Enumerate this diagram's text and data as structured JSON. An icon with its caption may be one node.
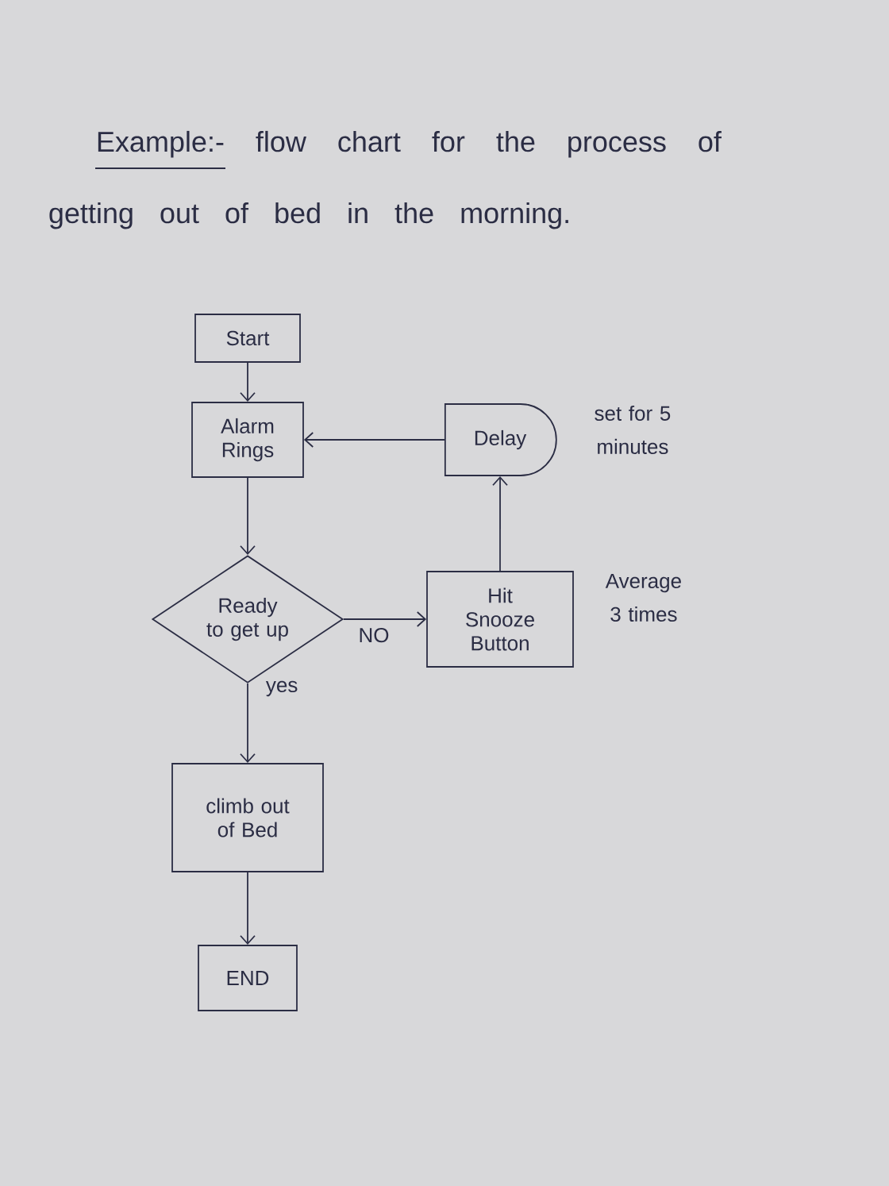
{
  "diagram": {
    "title": "Example:- flow chart for the process of getting out of bed in the morning.",
    "nodes": [
      {
        "text": [
          "Start"
        ]
      },
      {
        "text": [
          "Alarm Rings"
        ]
      },
      {
        "text": [
          "Delay"
        ],
        "beside": [
          "set for 5 minutes"
        ]
      },
      {
        "text": [
          "Ready to get up"
        ]
      },
      {
        "text": [
          "Hit Snooze Button"
        ],
        "beside": [
          "Average 3 times"
        ]
      },
      {
        "text": [
          "climb out of Bed"
        ]
      },
      {
        "text": [
          "END"
        ]
      }
    ],
    "edges": [
      {
        "from": 0,
        "to": 1,
        "arrow": "to"
      },
      {
        "from": 1,
        "to": 3,
        "arrow": "to"
      },
      {
        "from": 3,
        "to": 4,
        "arrow": "to",
        "label": "NO"
      },
      {
        "from": 4,
        "to": 2,
        "arrow": "to"
      },
      {
        "from": 2,
        "to": 1,
        "arrow": "to"
      },
      {
        "from": 3,
        "to": 5,
        "arrow": "to",
        "label": "yes"
      },
      {
        "from": 5,
        "to": 6,
        "arrow": "to"
      }
    ]
  }
}
